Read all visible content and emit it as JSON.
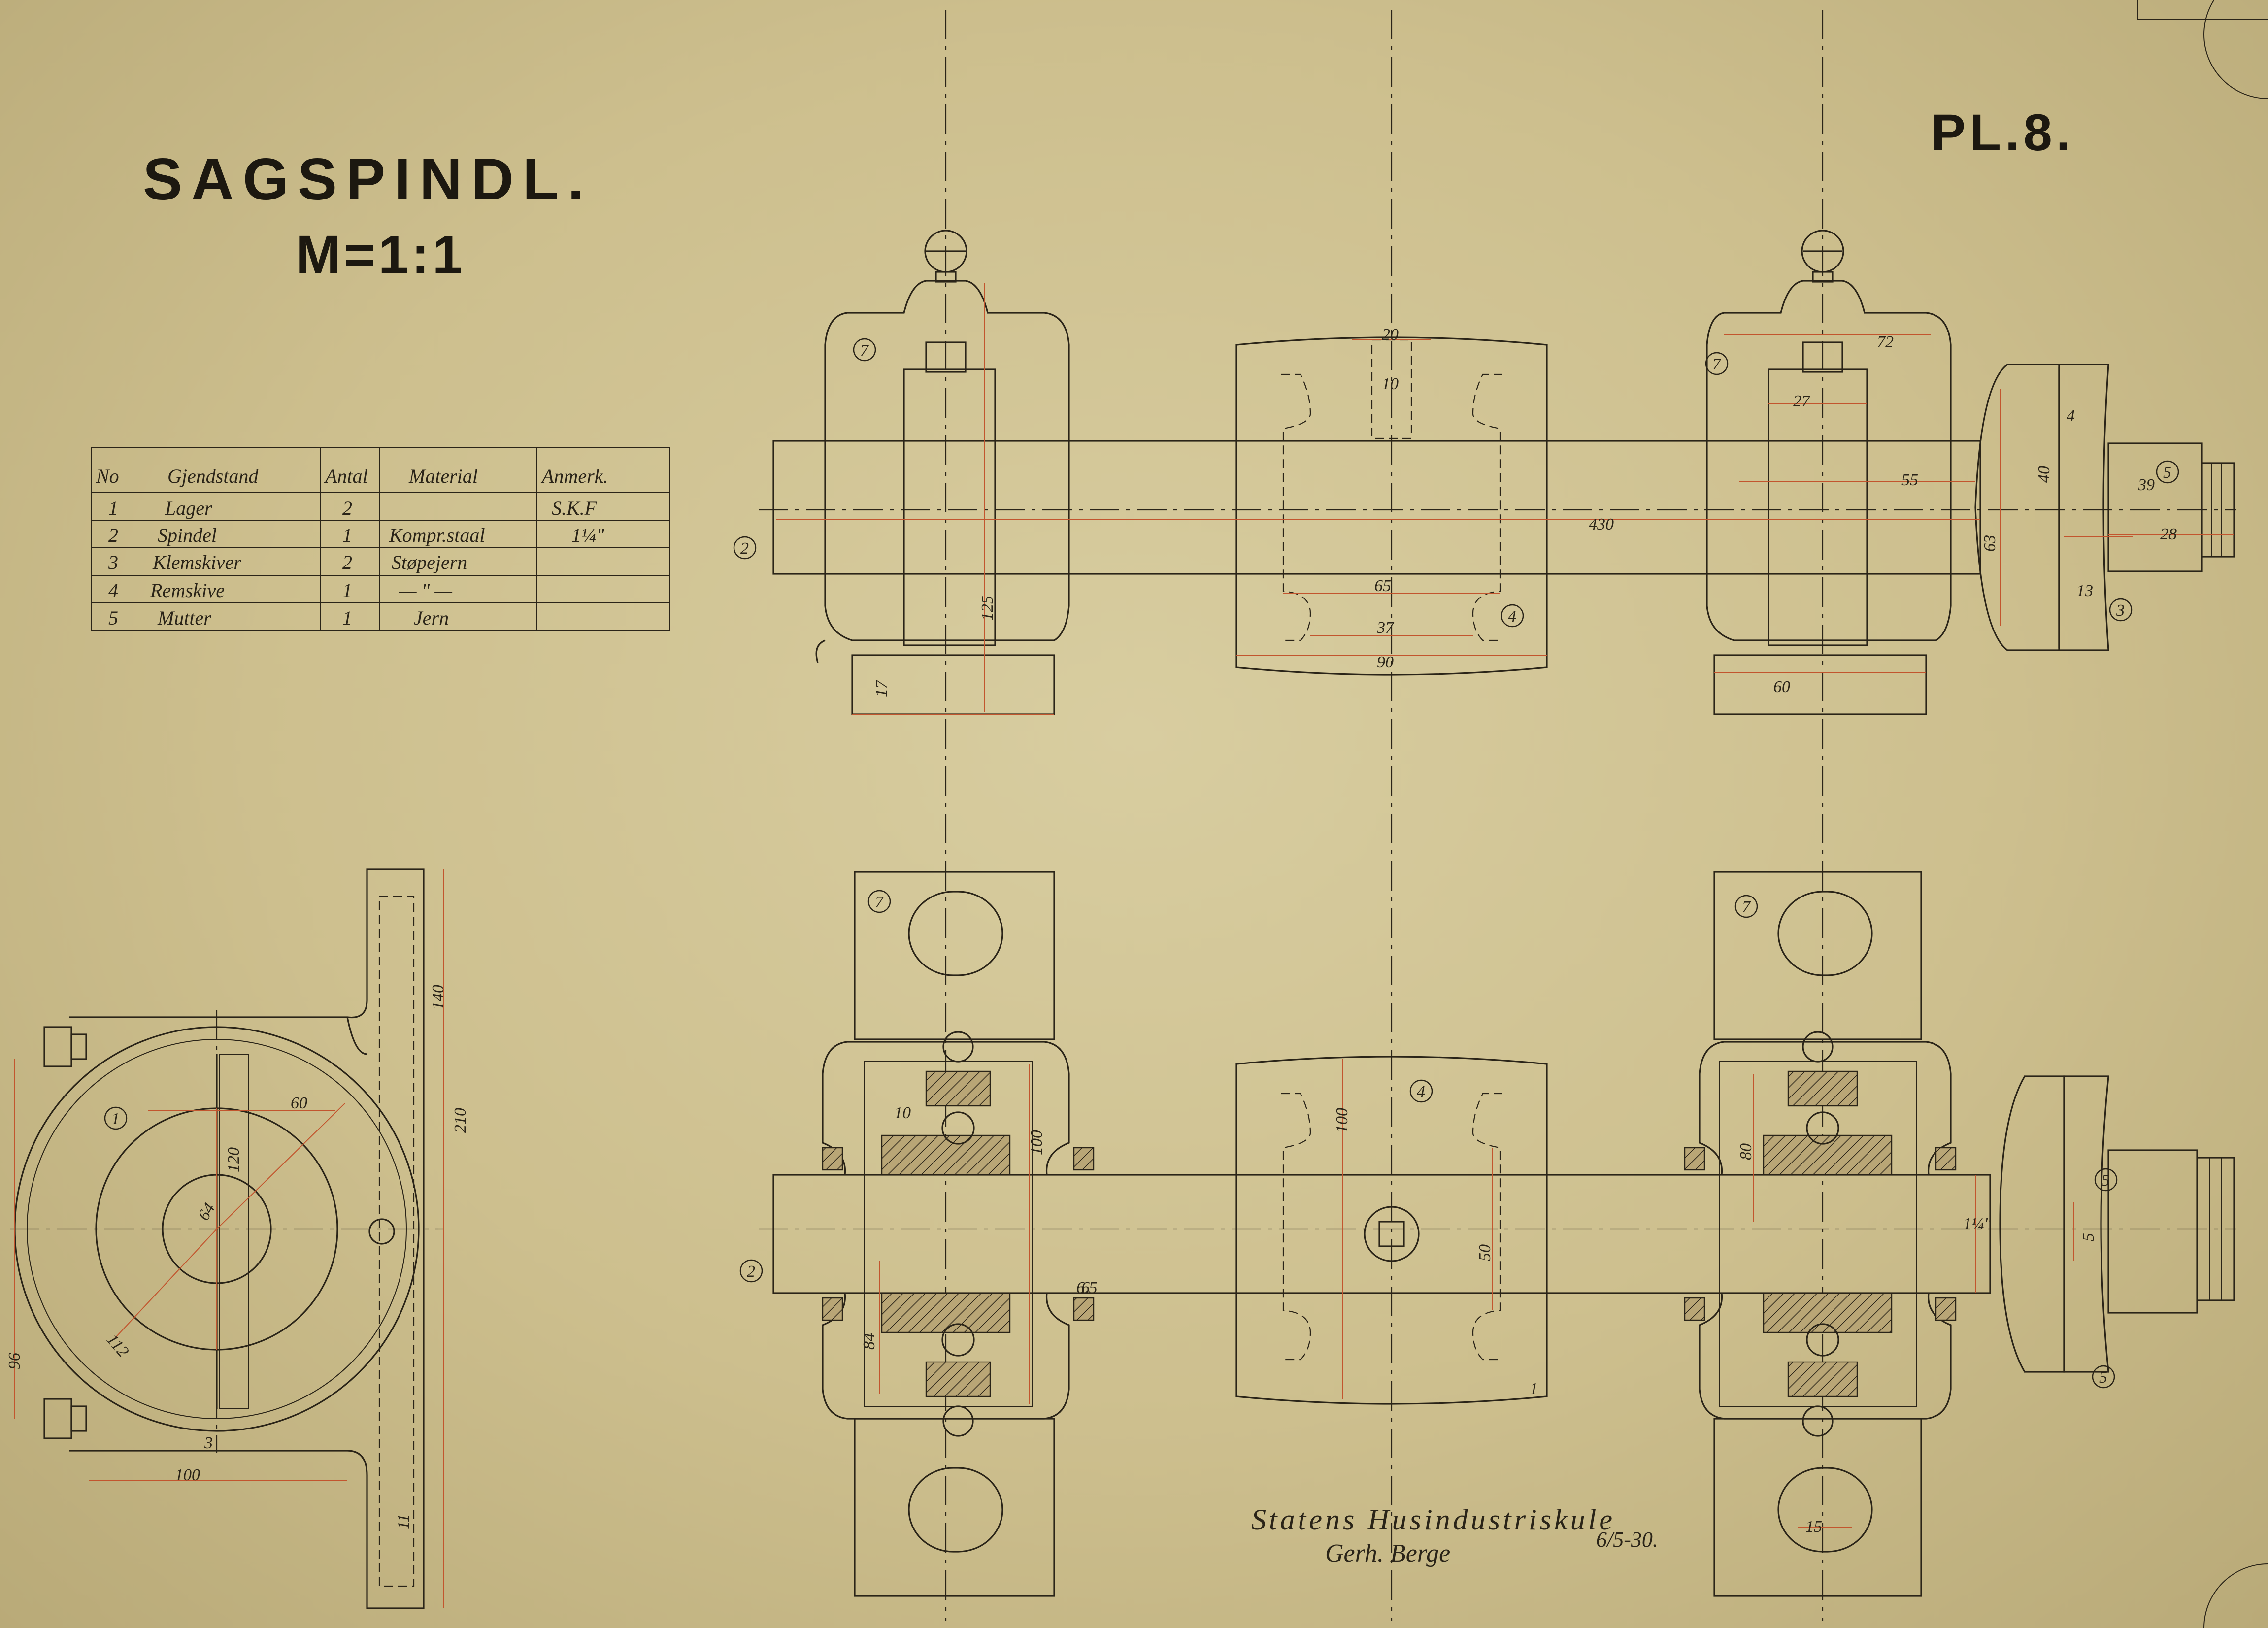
{
  "title": "SAGSPINDL.",
  "scale": "M=1:1",
  "plate": "PL.8.",
  "parts_table": {
    "headers": [
      "No",
      "Gjendstand",
      "Antal",
      "Material",
      "Anmerk."
    ],
    "rows": [
      [
        "1",
        "Lager",
        "2",
        "",
        "S.K.F"
      ],
      [
        "2",
        "Spindel",
        "1",
        "Kompr.staal",
        "1¼\""
      ],
      [
        "3",
        "Klemskiver",
        "2",
        "Støpejern",
        ""
      ],
      [
        "4",
        "Remskive",
        "1",
        "— \" —",
        ""
      ],
      [
        "5",
        "Mutter",
        "1",
        "Jern",
        ""
      ]
    ]
  },
  "signature": {
    "line1": "Statens Husindustriskule",
    "line2": "Gerh. Berge",
    "date": "6/5-30."
  },
  "dimensions": {
    "overall_length": "430",
    "pulley_width_top": "65",
    "pulley_inner_top": "37",
    "pulley_overall_top": "90",
    "pulley_slot_width": "20",
    "pulley_slot_depth": "10",
    "bearing_height": "125",
    "bearing_base_thickness": "17",
    "bearing_base_length": "60",
    "bearing_cap_width": "72",
    "bearing_bore": "27",
    "shaft_right_span": "55",
    "clamp_dia": "63",
    "clamp_hub": "40",
    "clamp_thk": "4",
    "clamp_gap": "13",
    "thread_dia": "39",
    "thread_len": "28",
    "side_height": "210",
    "side_top": "140",
    "side_width": "100",
    "side_radius": "60",
    "side_bore": "64",
    "side_pcd": "112",
    "side_inner": "120",
    "side_left": "96",
    "side_rim": "3",
    "side_foot": "11",
    "section_left_a": "10",
    "section_left_b": "100",
    "section_left_c": "84",
    "section_left_d": "6",
    "section_right_a": "80",
    "section_pulley_h": "100",
    "section_pulley_w": "50",
    "section_pulley_t": "1",
    "section_nut": "15",
    "section_shaft": "1¼\"",
    "section_clamp": "5",
    "section_seal": "6.5"
  },
  "part_numbers": [
    "1",
    "2",
    "3",
    "4",
    "5",
    "7"
  ]
}
